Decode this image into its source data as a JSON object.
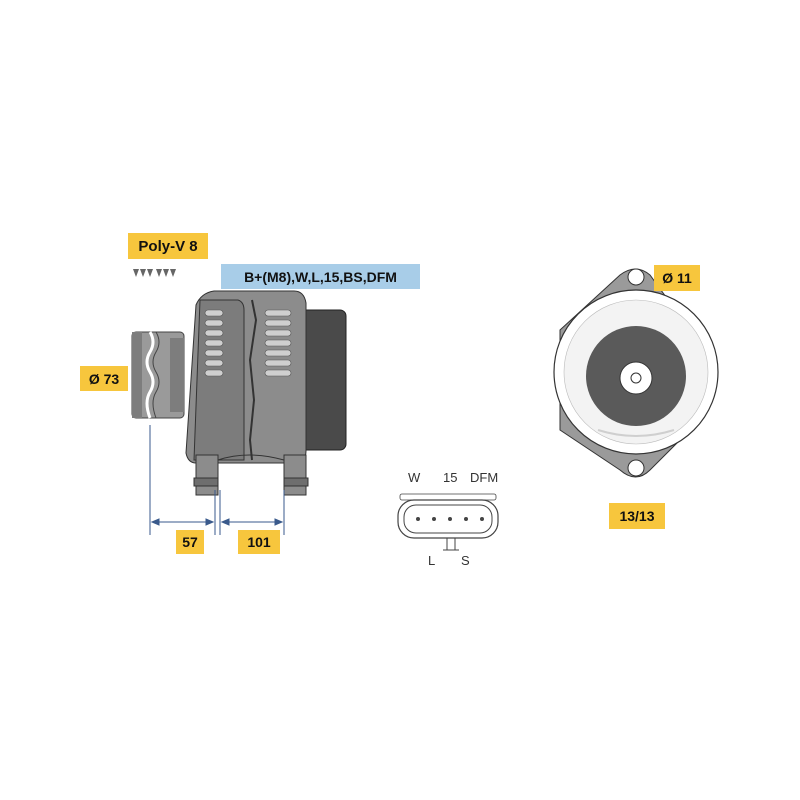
{
  "labels": {
    "poly_v": "Poly-V 8",
    "terminals": "B+(M8),W,L,15,BS,DFM",
    "pulley_diameter": "Ø 73",
    "dim_57": "57",
    "dim_101": "101",
    "hole_diameter": "Ø 11",
    "ratio": "13/13"
  },
  "connector": {
    "top": [
      "W",
      "15",
      "DFM"
    ],
    "bottom": [
      "L",
      "S"
    ]
  },
  "colors": {
    "label_yellow": "#f7c63d",
    "label_blue": "#a8cde8",
    "body_gray": "#8a8a8a",
    "dark_gray": "#555555",
    "dim_line_blue": "#3a5a8c"
  }
}
